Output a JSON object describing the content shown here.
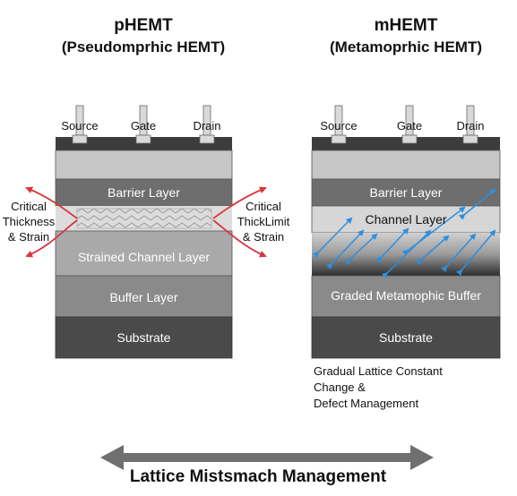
{
  "phemt": {
    "title": "pHEMT",
    "subtitle": "(Pseudomprhic HEMT)",
    "terminals": [
      "Source",
      "Gate",
      "Drain"
    ],
    "layers": {
      "barrier": "Barrier Layer",
      "channel": "Strained Channel Layer",
      "buffer": "Buffer Layer",
      "substrate": "Substrate"
    },
    "left_note": [
      "Critical",
      "Thickness",
      "& Strain"
    ],
    "right_note": [
      "Critical",
      "ThickLimit",
      "& Strain"
    ]
  },
  "mhemt": {
    "title": "mHEMT",
    "subtitle": "(Metamoprhic HEMT)",
    "terminals": [
      "Source",
      "Gate",
      "Drain"
    ],
    "layers": {
      "barrier": "Barrier Layer",
      "channel": "Channel Layer",
      "buffer": "Graded Metamophic Buffer",
      "substrate": "Substrate"
    },
    "note": [
      "Gradual Lattice Constant",
      "Change &",
      "Defect Management"
    ]
  },
  "bottom_label": "Lattice Mistsmach Management",
  "colors": {
    "strain_arrow": "#d9363e",
    "defect_arrow": "#2b8fe0",
    "layer_top": "#3c3c3c",
    "layer_cap": "#c6c6c6",
    "layer_barrier": "#6e6e6e",
    "layer_channel": "#d6d6d6",
    "layer_buffer": "#8a8a8a",
    "layer_substrate": "#4a4a4a",
    "double_arrow": "#6f6f6f"
  }
}
